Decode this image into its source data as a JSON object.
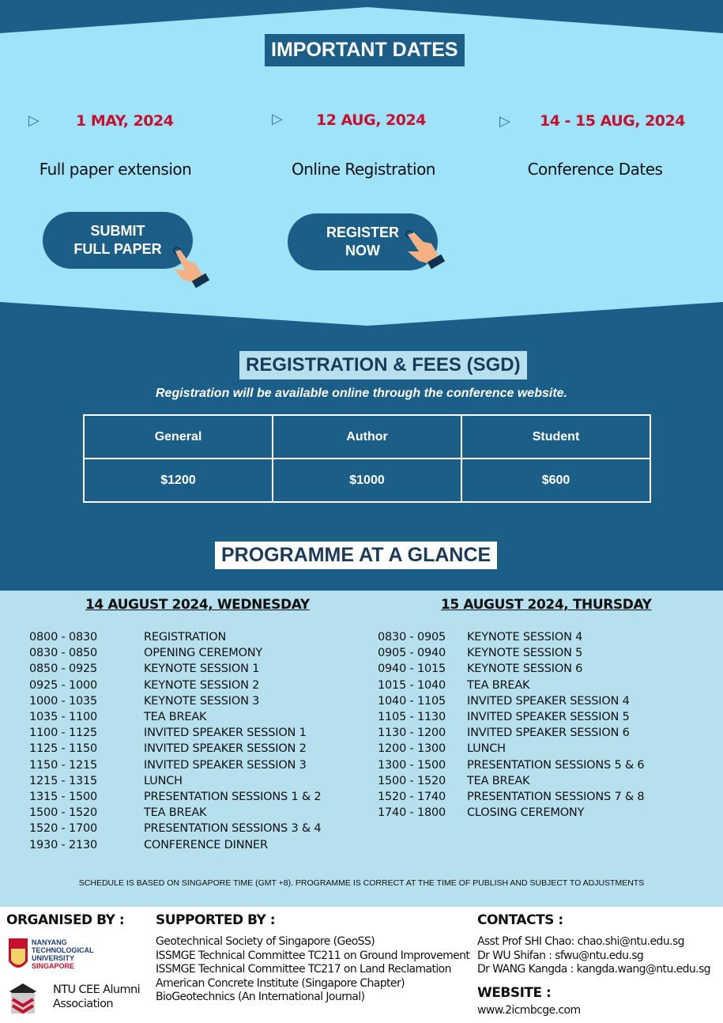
{
  "important_dates": {
    "title": "IMPORTANT DATES",
    "items": [
      {
        "date": "1 MAY, 2024",
        "label": "Full paper extension"
      },
      {
        "date": "12 AUG, 2024",
        "label": "Online Registration"
      },
      {
        "date": "14 - 15 AUG, 2024",
        "label": "Conference Dates"
      }
    ],
    "submit_button": [
      "SUBMIT",
      "FULL PAPER"
    ],
    "register_button": [
      "REGISTER",
      "NOW"
    ]
  },
  "fees": {
    "title": "REGISTRATION & FEES (SGD)",
    "subtitle": "Registration will be available online through the conference website.",
    "headers": [
      "General",
      "Author",
      "Student"
    ],
    "values": [
      "$1200",
      "$1000",
      "$600"
    ]
  },
  "programme": {
    "title": "PROGRAMME AT A GLANCE",
    "day1": {
      "heading": "14 AUGUST 2024, WEDNESDAY",
      "rows": [
        [
          "0800 - 0830",
          "REGISTRATION"
        ],
        [
          "0830 - 0850",
          "OPENING CEREMONY"
        ],
        [
          "0850 - 0925",
          "KEYNOTE SESSION 1"
        ],
        [
          "0925 - 1000",
          "KEYNOTE SESSION 2"
        ],
        [
          "1000 - 1035",
          "KEYNOTE SESSION 3"
        ],
        [
          "1035 - 1100",
          "TEA BREAK"
        ],
        [
          "1100 - 1125",
          "INVITED SPEAKER SESSION 1"
        ],
        [
          "1125 - 1150",
          "INVITED SPEAKER SESSION 2"
        ],
        [
          "1150 - 1215",
          "INVITED SPEAKER SESSION 3"
        ],
        [
          "1215 - 1315",
          "LUNCH"
        ],
        [
          "1315 - 1500",
          "PRESENTATION SESSIONS 1 & 2"
        ],
        [
          "1500 - 1520",
          "TEA BREAK"
        ],
        [
          "1520 - 1700",
          "PRESENTATION SESSIONS 3 & 4"
        ],
        [
          "1930 - 2130",
          "CONFERENCE DINNER"
        ]
      ]
    },
    "day2": {
      "heading": "15 AUGUST 2024, THURSDAY",
      "rows": [
        [
          "0830 - 0905",
          "KEYNOTE SESSION 4"
        ],
        [
          "0905 - 0940",
          "KEYNOTE SESSION 5"
        ],
        [
          "0940 - 1015",
          "KEYNOTE SESSION 6"
        ],
        [
          "1015 - 1040",
          "TEA BREAK"
        ],
        [
          "1040 - 1105",
          "INVITED SPEAKER SESSION 4"
        ],
        [
          "1105 - 1130",
          "INVITED SPEAKER SESSION 5"
        ],
        [
          "1130 - 1200",
          "INVITED SPEAKER SESSION 6"
        ],
        [
          "1200 - 1300",
          "LUNCH"
        ],
        [
          "1300 - 1500",
          "PRESENTATION SESSIONS 5 & 6"
        ],
        [
          "1500 - 1520",
          "TEA BREAK"
        ],
        [
          "1520 - 1740",
          "PRESENTATION SESSIONS 7 & 8"
        ],
        [
          "1740 - 1800",
          "CLOSING CEREMONY"
        ]
      ]
    },
    "note": "SCHEDULE IS BASED ON SINGAPORE TIME (GMT +8). PROGRAMME IS CORRECT AT THE TIME OF PUBLISH AND SUBJECT TO ADJUSTMENTS"
  },
  "footer": {
    "organised_by": "ORGANISED BY :",
    "ntu_logo": [
      "NANYANG",
      "TECHNOLOGICAL",
      "UNIVERSITY",
      "SINGAPORE"
    ],
    "alumni": [
      "NTU CEE Alumni",
      "Association"
    ],
    "supported_by": "SUPPORTED BY :",
    "supporters": [
      "Geotechnical Society of Singapore (GeoSS)",
      "ISSMGE Technical Committee TC211 on Ground Improvement",
      "ISSMGE Technical Committee TC217 on Land Reclamation",
      "American Concrete Institute (Singapore Chapter)",
      "BioGeotechnics (An International Journal)"
    ],
    "contacts_title": "CONTACTS :",
    "contacts": [
      {
        "name": "Asst Prof SHI Chao: ",
        "email": "chao.shi@ntu.edu.sg"
      },
      {
        "name": "Dr WU Shifan : ",
        "email": "sfwu@ntu.edu.sg"
      },
      {
        "name": "Dr WANG Kangda : ",
        "email": "kangda.wang@ntu.edu.sg"
      }
    ],
    "website_title": "WEBSITE :",
    "website": "www.2icmbcge.com"
  },
  "colors": {
    "dark": "#1b5e88",
    "light": "#9fe3fb",
    "red": "#c8102e",
    "prog": "#b7e0ee"
  }
}
